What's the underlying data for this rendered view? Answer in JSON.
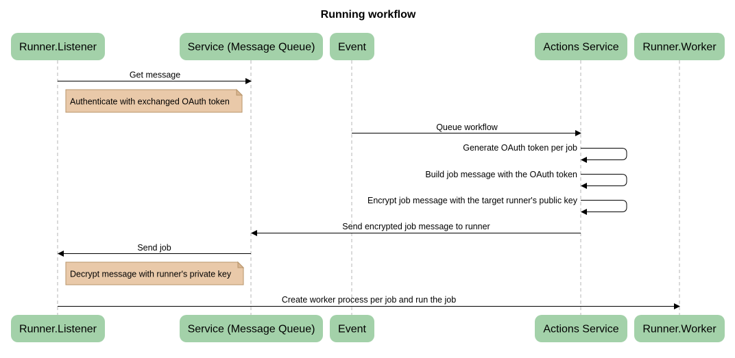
{
  "diagram": {
    "title": "Running workflow",
    "colors": {
      "participant_fill": "#a3d1a9",
      "note_fill": "#e9c9a9",
      "note_fold": "#d9b592",
      "lifeline": "#b4b4b4",
      "arrow": "#000000"
    },
    "participants": [
      {
        "id": "listener",
        "label": "Runner.Listener"
      },
      {
        "id": "queue",
        "label": "Service (Message Queue)"
      },
      {
        "id": "event",
        "label": "Event"
      },
      {
        "id": "actions",
        "label": "Actions Service"
      },
      {
        "id": "worker",
        "label": "Runner.Worker"
      }
    ],
    "messages": [
      {
        "from": "listener",
        "to": "queue",
        "label": "Get message"
      },
      {
        "from": "event",
        "to": "actions",
        "label": "Queue workflow"
      },
      {
        "from": "actions",
        "to": "actions",
        "label": "Generate OAuth token per job"
      },
      {
        "from": "actions",
        "to": "actions",
        "label": "Build job message with the OAuth token"
      },
      {
        "from": "actions",
        "to": "actions",
        "label": "Encrypt job message with the target runner's public key"
      },
      {
        "from": "actions",
        "to": "queue",
        "label": "Send encrypted job message to runner"
      },
      {
        "from": "queue",
        "to": "listener",
        "label": "Send job"
      },
      {
        "from": "listener",
        "to": "worker",
        "label": "Create worker process per job and run the job"
      }
    ],
    "notes": [
      {
        "over": "listener",
        "label": "Authenticate with exchanged OAuth token"
      },
      {
        "over": "listener",
        "label": "Decrypt message with runner's private key"
      }
    ]
  }
}
